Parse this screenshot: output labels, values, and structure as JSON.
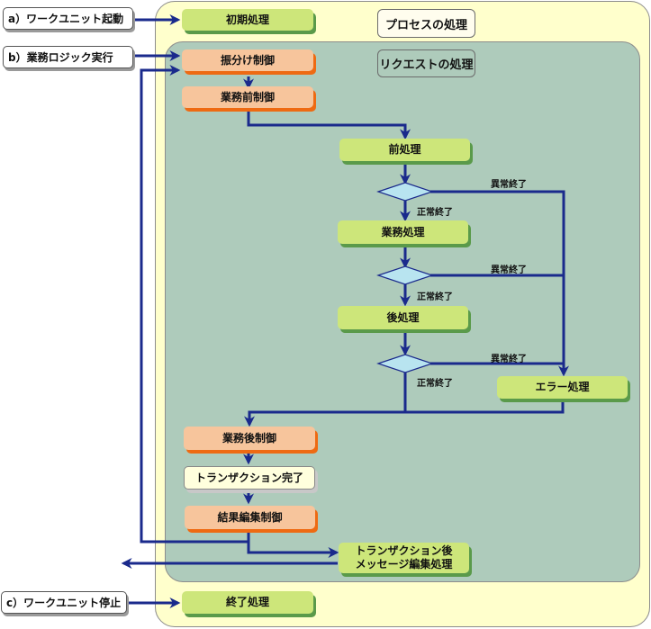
{
  "triggers": {
    "a": "a）ワークユニット起動",
    "b": "b）業務ロジック実行",
    "c": "c）ワークユニット停止"
  },
  "areas": {
    "process": "プロセスの処理",
    "request": "リクエストの処理"
  },
  "steps": {
    "init": "初期処理",
    "dispatch": "振分け制御",
    "pre_control": "業務前制御",
    "pre_process": "前処理",
    "business": "業務処理",
    "post_process": "後処理",
    "error": "エラー処理",
    "post_control": "業務後制御",
    "tx_complete": "トランザクション完了",
    "result_edit": "結果編集制御",
    "post_tx_line1": "トランザクション後",
    "post_tx_line2": "メッセージ編集処理",
    "terminate": "終了処理"
  },
  "edge_labels": {
    "normal": "正常終了",
    "abnormal": "異常終了"
  },
  "colors": {
    "wire": "#1a2a8c",
    "process_bg": "#ffffcc",
    "request_bg": "#aecbbb",
    "green_box": "#cde67a",
    "orange_box": "#f7c59c",
    "diamond": "#b8e4f0"
  }
}
